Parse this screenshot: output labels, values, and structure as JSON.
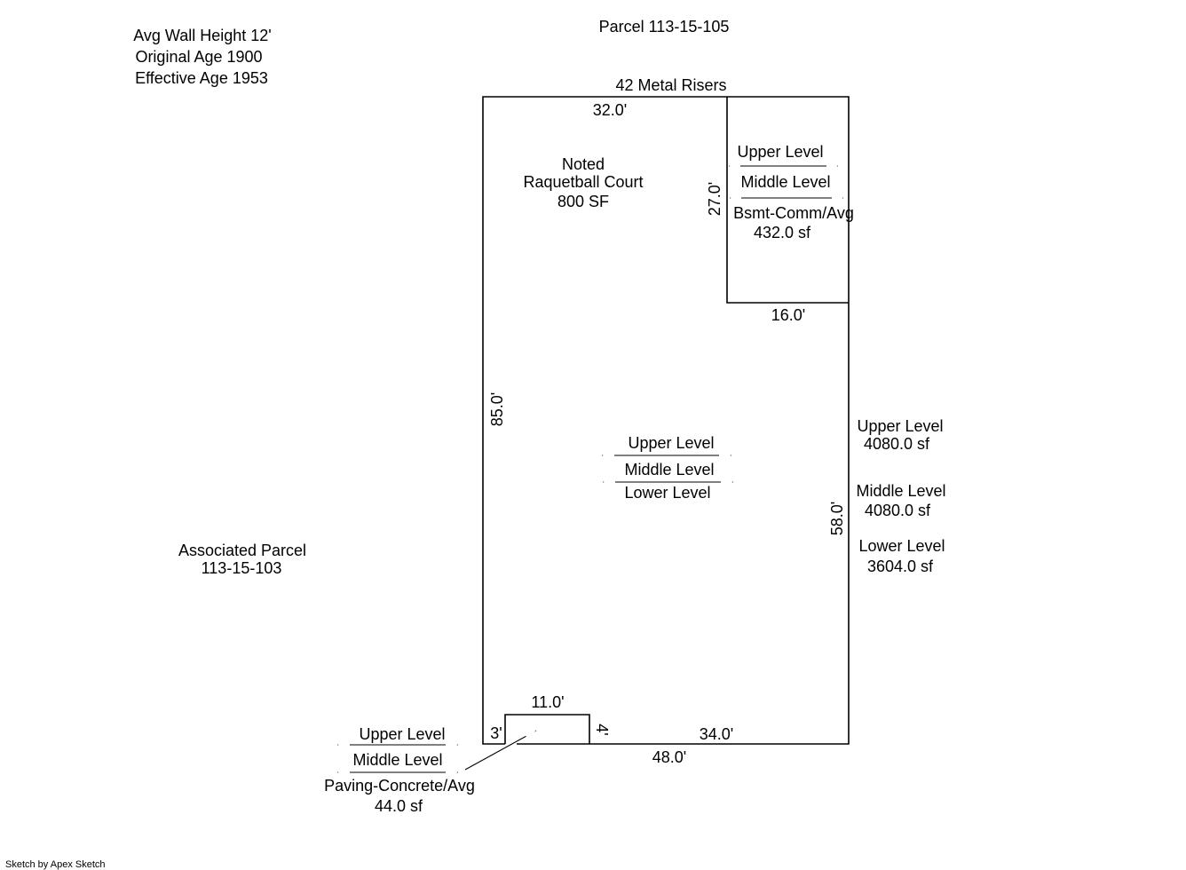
{
  "header": {
    "parcel": "Parcel 113-15-105",
    "avg_wall_height": "Avg Wall Height 12'",
    "original_age": "Original Age 1900",
    "effective_age": "Effective Age 1953"
  },
  "main_building": {
    "top_note": "42 Metal Risers",
    "dims": {
      "top": "32.0'",
      "left": "85.0'",
      "right": "58.0'",
      "bottom": "48.0'",
      "bottom_right": "34.0'",
      "notch_top": "11.0'",
      "notch_left": "3'",
      "notch_right": "4'"
    },
    "noted": [
      "Noted",
      "Raquetball Court",
      "800 SF"
    ],
    "center_levels": [
      "Upper Level",
      "Middle Level",
      "Lower Level"
    ]
  },
  "basement_area": {
    "dims": {
      "left": "27.0'",
      "bottom": "16.0'"
    },
    "levels": [
      "Upper Level",
      "Middle Level"
    ],
    "label": "Bsmt-Comm/Avg",
    "area": "432.0 sf"
  },
  "area_summary": {
    "upper_label": "Upper Level",
    "upper_value": "4080.0 sf",
    "middle_label": "Middle Level",
    "middle_value": "4080.0 sf",
    "lower_label": "Lower Level",
    "lower_value": "3604.0 sf"
  },
  "associated": {
    "label": "Associated Parcel",
    "parcel": "113-15-103"
  },
  "paving": {
    "levels": [
      "Upper Level",
      "Middle Level"
    ],
    "label": "Paving-Concrete/Avg",
    "area": "44.0 sf"
  },
  "footer": {
    "credit": "Sketch by Apex Sketch"
  }
}
